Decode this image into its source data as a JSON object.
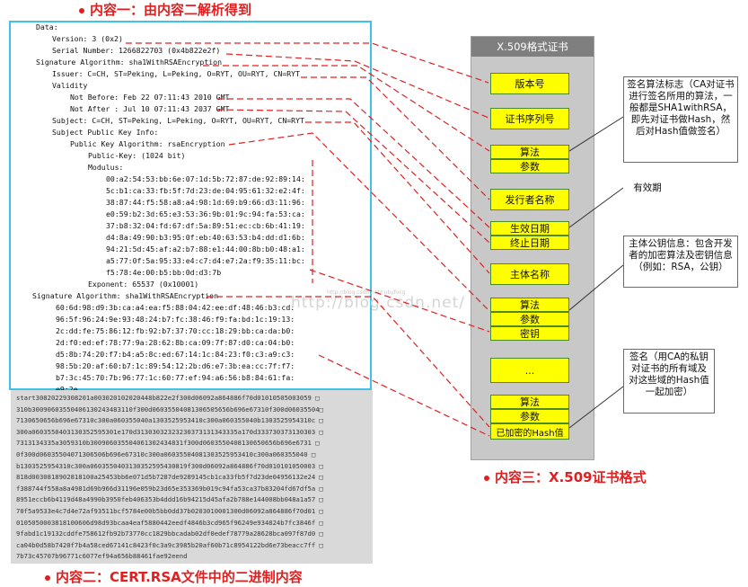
{
  "titles": {
    "content1": "内容一：由内容二解析得到",
    "content2": "内容二：CERT.RSA文件中的二进制内容",
    "content3": "内容三：X.509证书格式"
  },
  "cert_lines": [
    "Data:",
    "Version: 3 (0x2)",
    "Serial Number: 1266822703 (0x4b822e2f)",
    "Signature Algorithm: sha1WithRSAEncryption",
    "Issuer: C=CH, ST=Peking, L=Peking, O=RYT, OU=RYT, CN=RYT",
    "Validity",
    "Not Before: Feb 22 07:11:43 2010 GMT",
    "Not After : Jul 10 07:11:43 2037 GMT",
    "Subject: C=CH, ST=Peking, L=Peking, O=RYT, OU=RYT, CN=RYT",
    "Subject Public Key Info:",
    "Public Key Algorithm: rsaEncryption",
    "Public-Key: (1024 bit)",
    "Modulus:",
    "00:a2:54:53:bb:6e:07:1d:5b:72:87:de:92:89:14:",
    "5c:b1:ca:33:fb:5f:7d:23:de:04:95:61:32:e2:4f:",
    "38:87:44:f5:58:a8:a4:98:1d:69:b9:66:d3:11:96:",
    "e0:59:b2:3d:65:e3:53:36:9b:01:9c:94:fa:53:ca:",
    "37:b8:32:04:fd:67:df:5a:89:51:ec:cb:6b:41:19:",
    "d4:8a:49:90:b3:95:0f:eb:40:63:53:b4:dd:d1:6b:",
    "94:21:5d:45:af:a2:b7:88:e1:44:00:8b:b0:48:a1:",
    "a5:77:0f:5a:95:33:e4:c7:d4:e7:2a:f9:35:11:bc:",
    "f5:78:4e:00:b5:bb:0d:d3:7b",
    "Exponent: 65537 (0x10001)",
    "Signature Algorithm: sha1WithRSAEncryption",
    "60:6d:98:d9:3b:ca:a4:ea:f5:88:04:42:ee:df:48:46:b3:cd:",
    "96:5f:96:24:9e:93:48:24:b7:fc:38:46:f9:fa:bd:1c:19:13:",
    "2c:dd:fe:75:86:12:fb:92:b7:37:70:cc:18:29:bb:ca:da:b0:",
    "2d:f0:ed:ef:78:77:9a:28:62:8b:ca:09:7f:87:d0:ca:04:b0:",
    "d5:8b:74:20:f7:b4:a5:8c:ed:67:14:1c:84:23:f0:c3:a9:c3:",
    "98:5b:20:af:60:b7:1c:89:54:12:2b:d6:e7:3b:ea:cc:7f:f7:",
    "b7:3c:45:70:7b:96:77:1c:60:77:ef:94:a6:56:b8:84:61:fa:",
    "e9:2e"
  ],
  "hex_lines": [
    "start30820229308201a003020102020448b822e2f300d06092a864886f70d01010505003059 □",
    "310b30090603550406130243483110f300d06035504081306505656b696e67310f300d06035504□",
    "7130650656b696e67310c300a060355040a1303525953410c300a060355040b1303525954310c □",
    "300a0603550403130352595301e170d31303032323230373131343335a170d333730373130303 □",
    "7313134335a3059310b300906035504061302434831f300d0603550408130650656b696e6731 □",
    "0f300d06035504071306506b696e67310c300a06035504081303525953410c300a060355040 □",
    "b1303525954310c300a0603550403130352595430819f300d06092a864886f70d010101050003 □",
    "818d0030818902818100a25453bb6e071d5b7287de9289145cb1ca33fb5f7d23de04956132e24 □",
    "f388744f558a8a4981d69b966d31196e059b23d65e353369b019c94fa53ca37b83204fd67df5a □",
    "8951eccb6b4119d48a4990b3950feb406353b4ddd16b94215d45afa2b788e144008bb048a1a57 □",
    "70f5a9533e4c7d4e72af93511bcf5784e00b5bb0dd37b0203010001300d06092a864886f70d01 □",
    "0105050003818100606d98d93bcaa4eaf5880442eedf4846b3cd965f96249e934824b7fc3846f □",
    "9fabd1c19132cddfe758612fb92b73770cc1829bbcadab02df0edef78779a28628bca097f87d0 □",
    "ca04b0d58b7420f7b4a58ced67141c8423f0c3a9c3985b20af60b71c8954122bd6e73beacc7ff □",
    "7b73c45707b96771c6077ef94a656b88461fae92eend"
  ],
  "struct": {
    "title": "X.509格式证书",
    "version": "版本号",
    "serial": "证书序列号",
    "sig_algo": "算法",
    "sig_params": "参数",
    "issuer": "发行者名称",
    "not_before": "生效日期",
    "not_after": "终止日期",
    "subject": "主体名称",
    "pk_algo": "算法",
    "pk_params": "参数",
    "pk_key": "密钥",
    "ellipsis": "...",
    "sign_algo": "算法",
    "sign_params": "参数",
    "sign_value": "已加密的Hash值"
  },
  "callouts": {
    "sig_algo": "签名算法标志（CA对证书进行签名所用的算法，一般都是SHA1withRSA，即先对证书做Hash，然后对Hash值做签名）",
    "validity": "有效期",
    "pubkey": "主体公钥信息：包含开发者的加密算法及密钥信息（例如：RSA，公钥）",
    "signature": "签名（用CA的私钥对证书的所有域及对这些域的Hash值一起加密）"
  },
  "watermark": {
    "main": "http://blog.csdn.net/",
    "small": "http://blog.csdn.net/rubyfocg"
  },
  "colors": {
    "title_red": "#e02020",
    "frame_cyan": "#3ec3e6",
    "box_yellow": "#ffff00",
    "panel_gray": "#c8c8c8",
    "line_red": "#e02020"
  }
}
